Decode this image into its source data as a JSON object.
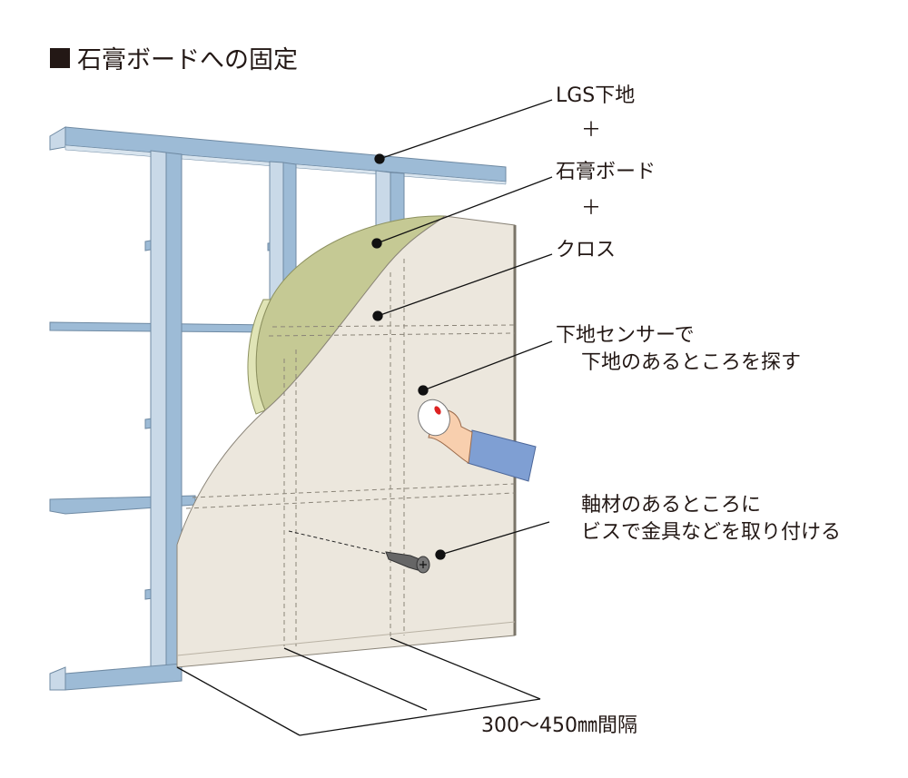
{
  "title": "石膏ボードへの固定",
  "labels": {
    "lgs": "LGS下地",
    "plus1": "＋",
    "board": "石膏ボード",
    "plus2": "＋",
    "cloth": "クロス",
    "sensor_line1": "下地センサーで",
    "sensor_line2": "下地のあるところを探す",
    "screw_line1": "軸材のあるところに",
    "screw_line2": "ビスで金具などを取り付ける",
    "spacing": "300〜450㎜間隔"
  },
  "colors": {
    "steel_front": "#9dbbd6",
    "steel_side": "#c9d9e8",
    "board": "#ece7dd",
    "gypsum": "#c5c994",
    "gypsum_edge": "#e0e4b6",
    "sleeve": "#7f9fd3",
    "skin": "#f8cfae"
  }
}
